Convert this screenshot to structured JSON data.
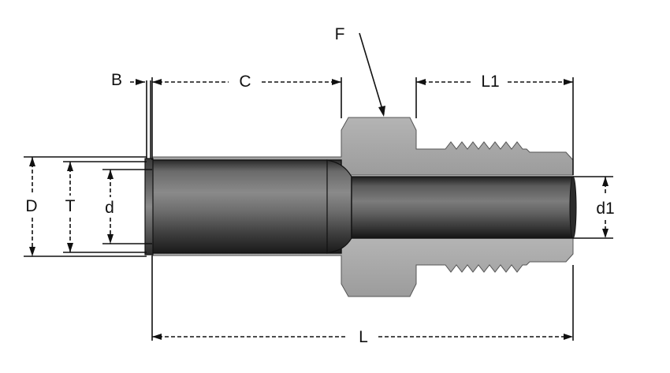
{
  "labels": {
    "B": "B",
    "C": "C",
    "F": "F",
    "L1": "L1",
    "D": "D",
    "T": "T",
    "d": "d",
    "d1": "d1",
    "L": "L"
  }
}
